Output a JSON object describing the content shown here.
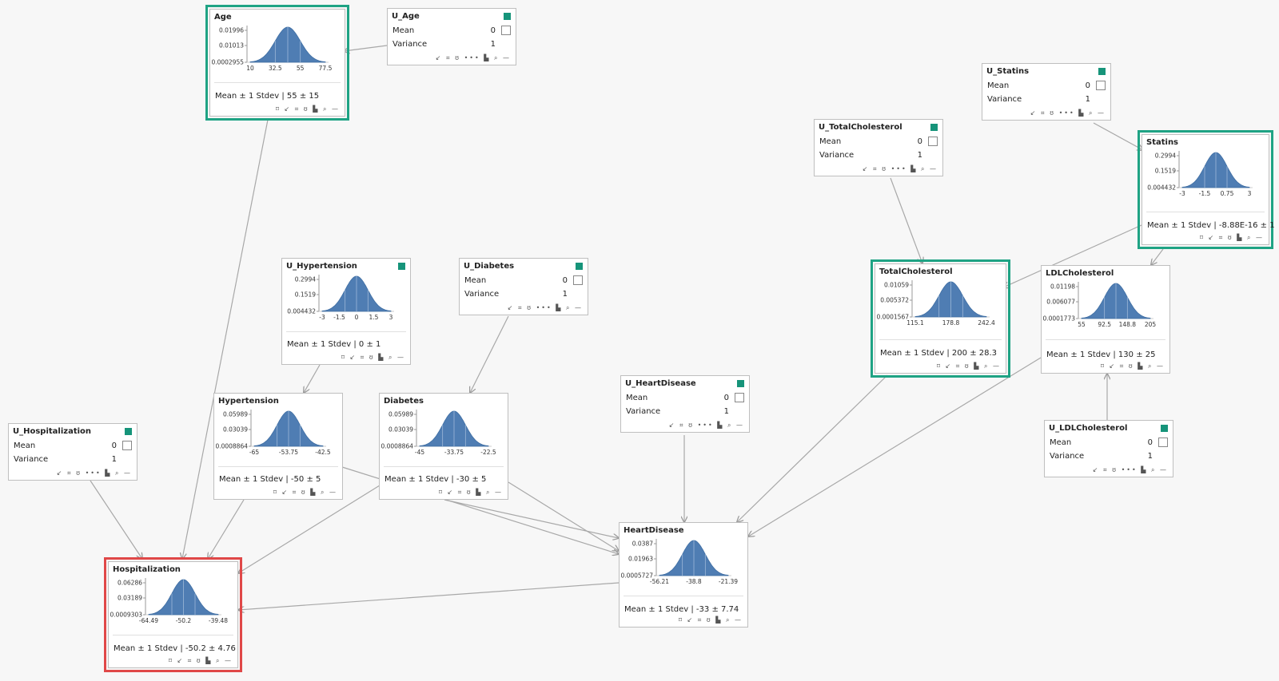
{
  "colors": {
    "accent": "#16947a",
    "curve": "#4f7db3",
    "selected": "#1fa384",
    "target": "#e04848",
    "edge": "#9a9a9a"
  },
  "icons": [
    "pin-icon",
    "collapse-icon",
    "grid-icon",
    "sigma-icon",
    "more-icon",
    "histogram-icon",
    "zoom-icon",
    "minimize-icon"
  ],
  "labels": {
    "mean": "Mean",
    "variance": "Variance",
    "stat_prefix": "Mean ± 1 Stdev"
  },
  "nodes": {
    "u_age": {
      "title": "U_Age",
      "mean": "0",
      "variance": "1"
    },
    "u_statins": {
      "title": "U_Statins",
      "mean": "0",
      "variance": "1"
    },
    "u_totalcholesterol": {
      "title": "U_TotalCholesterol",
      "mean": "0",
      "variance": "1"
    },
    "u_diabetes": {
      "title": "U_Diabetes",
      "mean": "0",
      "variance": "1"
    },
    "u_heartdisease": {
      "title": "U_HeartDisease",
      "mean": "0",
      "variance": "1"
    },
    "u_hospitalization": {
      "title": "U_Hospitalization",
      "mean": "0",
      "variance": "1"
    },
    "u_ldlcholesterol": {
      "title": "U_LDLCholesterol",
      "mean": "0",
      "variance": "1"
    },
    "age": {
      "title": "Age",
      "stat": "Mean ± 1 Stdev | 55 ± 15"
    },
    "u_hypertension": {
      "title": "U_Hypertension",
      "stat": "Mean ± 1 Stdev | 0 ± 1"
    },
    "hypertension": {
      "title": "Hypertension",
      "stat": "Mean ± 1 Stdev | -50 ± 5"
    },
    "diabetes": {
      "title": "Diabetes",
      "stat": "Mean ± 1 Stdev | -30 ± 5"
    },
    "totalcholesterol": {
      "title": "TotalCholesterol",
      "stat": "Mean ± 1 Stdev | 200 ± 28.3"
    },
    "statins": {
      "title": "Statins",
      "stat": "Mean ± 1 Stdev | -8.88E-16 ± 1"
    },
    "ldlcholesterol": {
      "title": "LDLCholesterol",
      "stat": "Mean ± 1 Stdev | 130 ± 25"
    },
    "heartdisease": {
      "title": "HeartDisease",
      "stat": "Mean ± 1 Stdev | -33 ± 7.74"
    },
    "hospitalization": {
      "title": "Hospitalization",
      "stat": "Mean ± 1 Stdev | -50.2 ± 4.76"
    }
  },
  "chart_data": [
    {
      "node": "Age",
      "type": "area",
      "yticks": [
        "0.01996",
        "0.01013",
        "0.0002955"
      ],
      "xticks": [
        "10",
        "32.5",
        "55",
        "77.5"
      ],
      "mean": 55,
      "stdev": 15
    },
    {
      "node": "U_Hypertension",
      "type": "area",
      "yticks": [
        "0.2994",
        "0.1519",
        "0.004432"
      ],
      "xticks": [
        "-3",
        "-1.5",
        "0",
        "1.5",
        "3"
      ],
      "mean": 0,
      "stdev": 1
    },
    {
      "node": "Hypertension",
      "type": "area",
      "yticks": [
        "0.05989",
        "0.03039",
        "0.0008864"
      ],
      "xticks": [
        "-65",
        "-53.75",
        "-42.5"
      ],
      "mean": -50,
      "stdev": 5
    },
    {
      "node": "Diabetes",
      "type": "area",
      "yticks": [
        "0.05989",
        "0.03039",
        "0.0008864"
      ],
      "xticks": [
        "-45",
        "-33.75",
        "-22.5"
      ],
      "mean": -30,
      "stdev": 5
    },
    {
      "node": "TotalCholesterol",
      "type": "area",
      "yticks": [
        "0.01059",
        "0.005372",
        "0.0001567"
      ],
      "xticks": [
        "115.1",
        "178.8",
        "242.4"
      ],
      "mean": 200,
      "stdev": 28.3
    },
    {
      "node": "Statins",
      "type": "area",
      "yticks": [
        "0.2994",
        "0.1519",
        "0.004432"
      ],
      "xticks": [
        "-3",
        "-1.5",
        "0.75",
        "3"
      ],
      "mean": 0,
      "stdev": 1
    },
    {
      "node": "LDLCholesterol",
      "type": "area",
      "yticks": [
        "0.01198",
        "0.006077",
        "0.0001773"
      ],
      "xticks": [
        "55",
        "92.5",
        "148.8",
        "205"
      ],
      "mean": 130,
      "stdev": 25
    },
    {
      "node": "HeartDisease",
      "type": "area",
      "yticks": [
        "0.0387",
        "0.01963",
        "0.0005727"
      ],
      "xticks": [
        "-56.21",
        "-38.8",
        "-21.39"
      ],
      "mean": -33,
      "stdev": 7.74
    },
    {
      "node": "Hospitalization",
      "type": "area",
      "yticks": [
        "0.06286",
        "0.03189",
        "0.0009303"
      ],
      "xticks": [
        "-64.49",
        "-50.2",
        "-39.48"
      ],
      "mean": -50.2,
      "stdev": 4.76
    }
  ]
}
